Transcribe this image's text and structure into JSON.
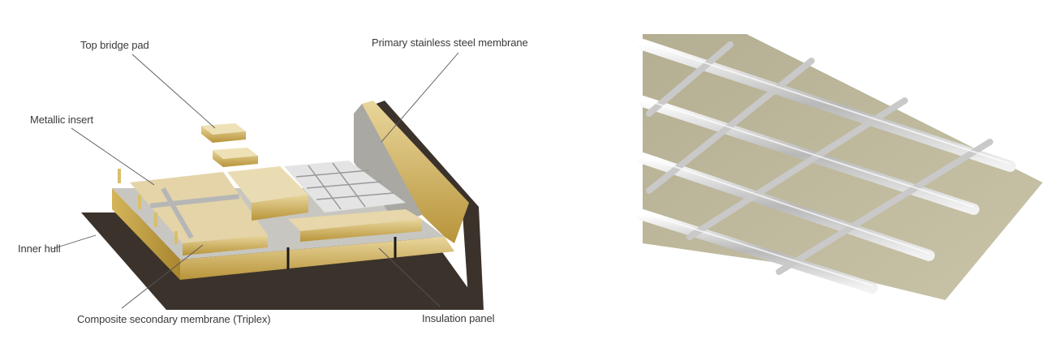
{
  "left_diagram": {
    "title": "Membrane containment system cross-section",
    "labels": {
      "top_bridge_pad": "Top bridge pad",
      "primary_membrane": "Primary stainless steel membrane",
      "metallic_insert": "Metallic insert",
      "inner_hull": "Inner hull",
      "secondary_membrane": "Composite secondary membrane (Triplex)",
      "insulation_panel": "Insulation panel"
    }
  },
  "right_image": {
    "subject": "corrugated-stainless-steel-membrane"
  },
  "colors": {
    "insulation_gold": "#c9a94a",
    "insulation_light": "#e6d39a",
    "hull_dark": "#3b322b",
    "membrane_grey": "#bdbdbd",
    "steel_sheet": "#b9b397",
    "steel_tube": "#d6d6d6",
    "leader_line": "#555555",
    "label_text": "#3a3a3a"
  }
}
